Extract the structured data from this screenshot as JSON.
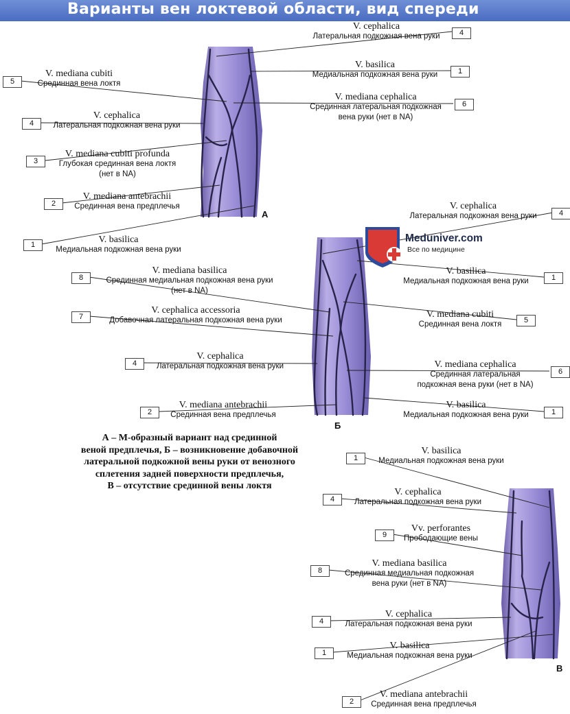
{
  "title": "Варианты вен локтевой области, вид спереди",
  "logo": {
    "name": "Meduniver.com",
    "tagline": "Все по медицине"
  },
  "panels": [
    "А",
    "Б",
    "В"
  ],
  "caption": {
    "line1": "А – М-образный вариант над срединной",
    "line2": "веной предплечья, Б – возникновение добавочной",
    "line3": "латеральной подкожной вены руки от венозного",
    "line4": "сплетения задней поверхности предплечья,",
    "line5": "В – отсутствие срединной вены локтя"
  },
  "labels": {
    "a_ceph_top": {
      "num": "4",
      "latin": "V. cephalica",
      "ru": "Латеральная подкожная вена руки"
    },
    "a_basil_top": {
      "num": "1",
      "latin": "V. basilica",
      "ru": "Медиальная подкожная вена руки"
    },
    "a_med_cubiti": {
      "num": "5",
      "latin": "V. mediana cubiti",
      "ru": "Срединная вена локтя"
    },
    "a_med_ceph": {
      "num": "6",
      "latin": "V. mediana cephalica",
      "ru": "Срединная латеральная подкожная",
      "ru2": "вена руки (нет в NA)"
    },
    "a_ceph_mid": {
      "num": "4",
      "latin": "V. cephalica",
      "ru": "Латеральная подкожная вена руки"
    },
    "a_profunda": {
      "num": "3",
      "latin": "V. mediana cubiti profunda",
      "ru": "Глубокая срединная вена локтя",
      "ru2": "(нет в NA)"
    },
    "a_antebr": {
      "num": "2",
      "latin": "V. mediana antebrachii",
      "ru": "Срединная вена предплечья"
    },
    "a_basil_low": {
      "num": "1",
      "latin": "V. basilica",
      "ru": "Медиальная подкожная вена руки"
    },
    "b_ceph_top": {
      "num": "4",
      "latin": "V. cephalica",
      "ru": "Латеральная подкожная вена руки"
    },
    "b_med_basil": {
      "num": "8",
      "latin": "V. mediana basilica",
      "ru": "Срединная медиальная подкожная вена руки",
      "ru2": "(нет в NA)"
    },
    "b_basil_top": {
      "num": "1",
      "latin": "V. basilica",
      "ru": "Медиальная подкожная вена руки"
    },
    "b_ceph_acc": {
      "num": "7",
      "latin": "V. cephalica accessoria",
      "ru": "Добавочная латеральная подкожная вена руки"
    },
    "b_med_cubiti": {
      "num": "5",
      "latin": "V. mediana cubiti",
      "ru": "Срединная вена локтя"
    },
    "b_ceph_low": {
      "num": "4",
      "latin": "V. cephalica",
      "ru": "Латеральная подкожная вена руки"
    },
    "b_med_ceph": {
      "num": "6",
      "latin": "V. mediana cephalica",
      "ru": "Срединная латеральная",
      "ru2": "подкожная вена руки (нет в NA)"
    },
    "b_antebr": {
      "num": "2",
      "latin": "V. mediana antebrachii",
      "ru": "Срединная вена предплечья"
    },
    "b_basil_low": {
      "num": "1",
      "latin": "V. basilica",
      "ru": "Медиальная подкожная вена руки"
    },
    "c_basil_top": {
      "num": "1",
      "latin": "V. basilica",
      "ru": "Медиальная подкожная вена руки"
    },
    "c_ceph_top": {
      "num": "4",
      "latin": "V. cephalica",
      "ru": "Латеральная подкожная вена руки"
    },
    "c_perf": {
      "num": "9",
      "latin": "Vv. perforantes",
      "ru": "Прободающие вены"
    },
    "c_med_basil": {
      "num": "8",
      "latin": "V. mediana basilica",
      "ru": "Срединная медиальная подкожная",
      "ru2": "вена руки (нет в NA)"
    },
    "c_ceph_low": {
      "num": "4",
      "latin": "V. cephalica",
      "ru": "Латеральная подкожная вена руки"
    },
    "c_basil_low": {
      "num": "1",
      "latin": "V. basilica",
      "ru": "Медиальная подкожная вена руки"
    },
    "c_antebr": {
      "num": "2",
      "latin": "V. mediana antebrachii",
      "ru": "Срединная вена предплечья"
    }
  }
}
